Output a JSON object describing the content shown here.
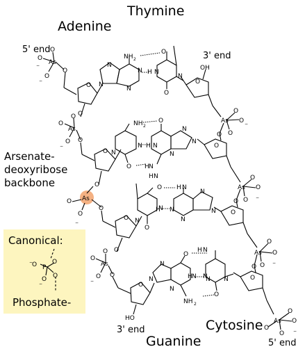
{
  "labels": {
    "thymine": "Thymine",
    "adenine": "Adenine",
    "cytosine": "Cytosine",
    "guanine": "Guanine",
    "end_5_top": "5' end",
    "end_3_top": "3' end",
    "end_3_bottom": "3' end",
    "end_5_bottom": "5' end",
    "backbone": [
      "Arsenate-",
      "deoxyribose",
      "backbone"
    ]
  },
  "canonical_box": {
    "title": "Canonical:",
    "caption": "Phosphate-",
    "center_atom": "P",
    "ligand_atom": "O",
    "box_color": "#fdf5bf"
  },
  "atoms": {
    "arsenic": "As",
    "oxygen": "O",
    "nitrogen": "N",
    "hydrogen": "H",
    "minus": "−",
    "nh2": "NH",
    "h2n": "H",
    "sub2": "2",
    "oh": "OH",
    "ho": "HO"
  },
  "highlight_color": "#f4b183"
}
